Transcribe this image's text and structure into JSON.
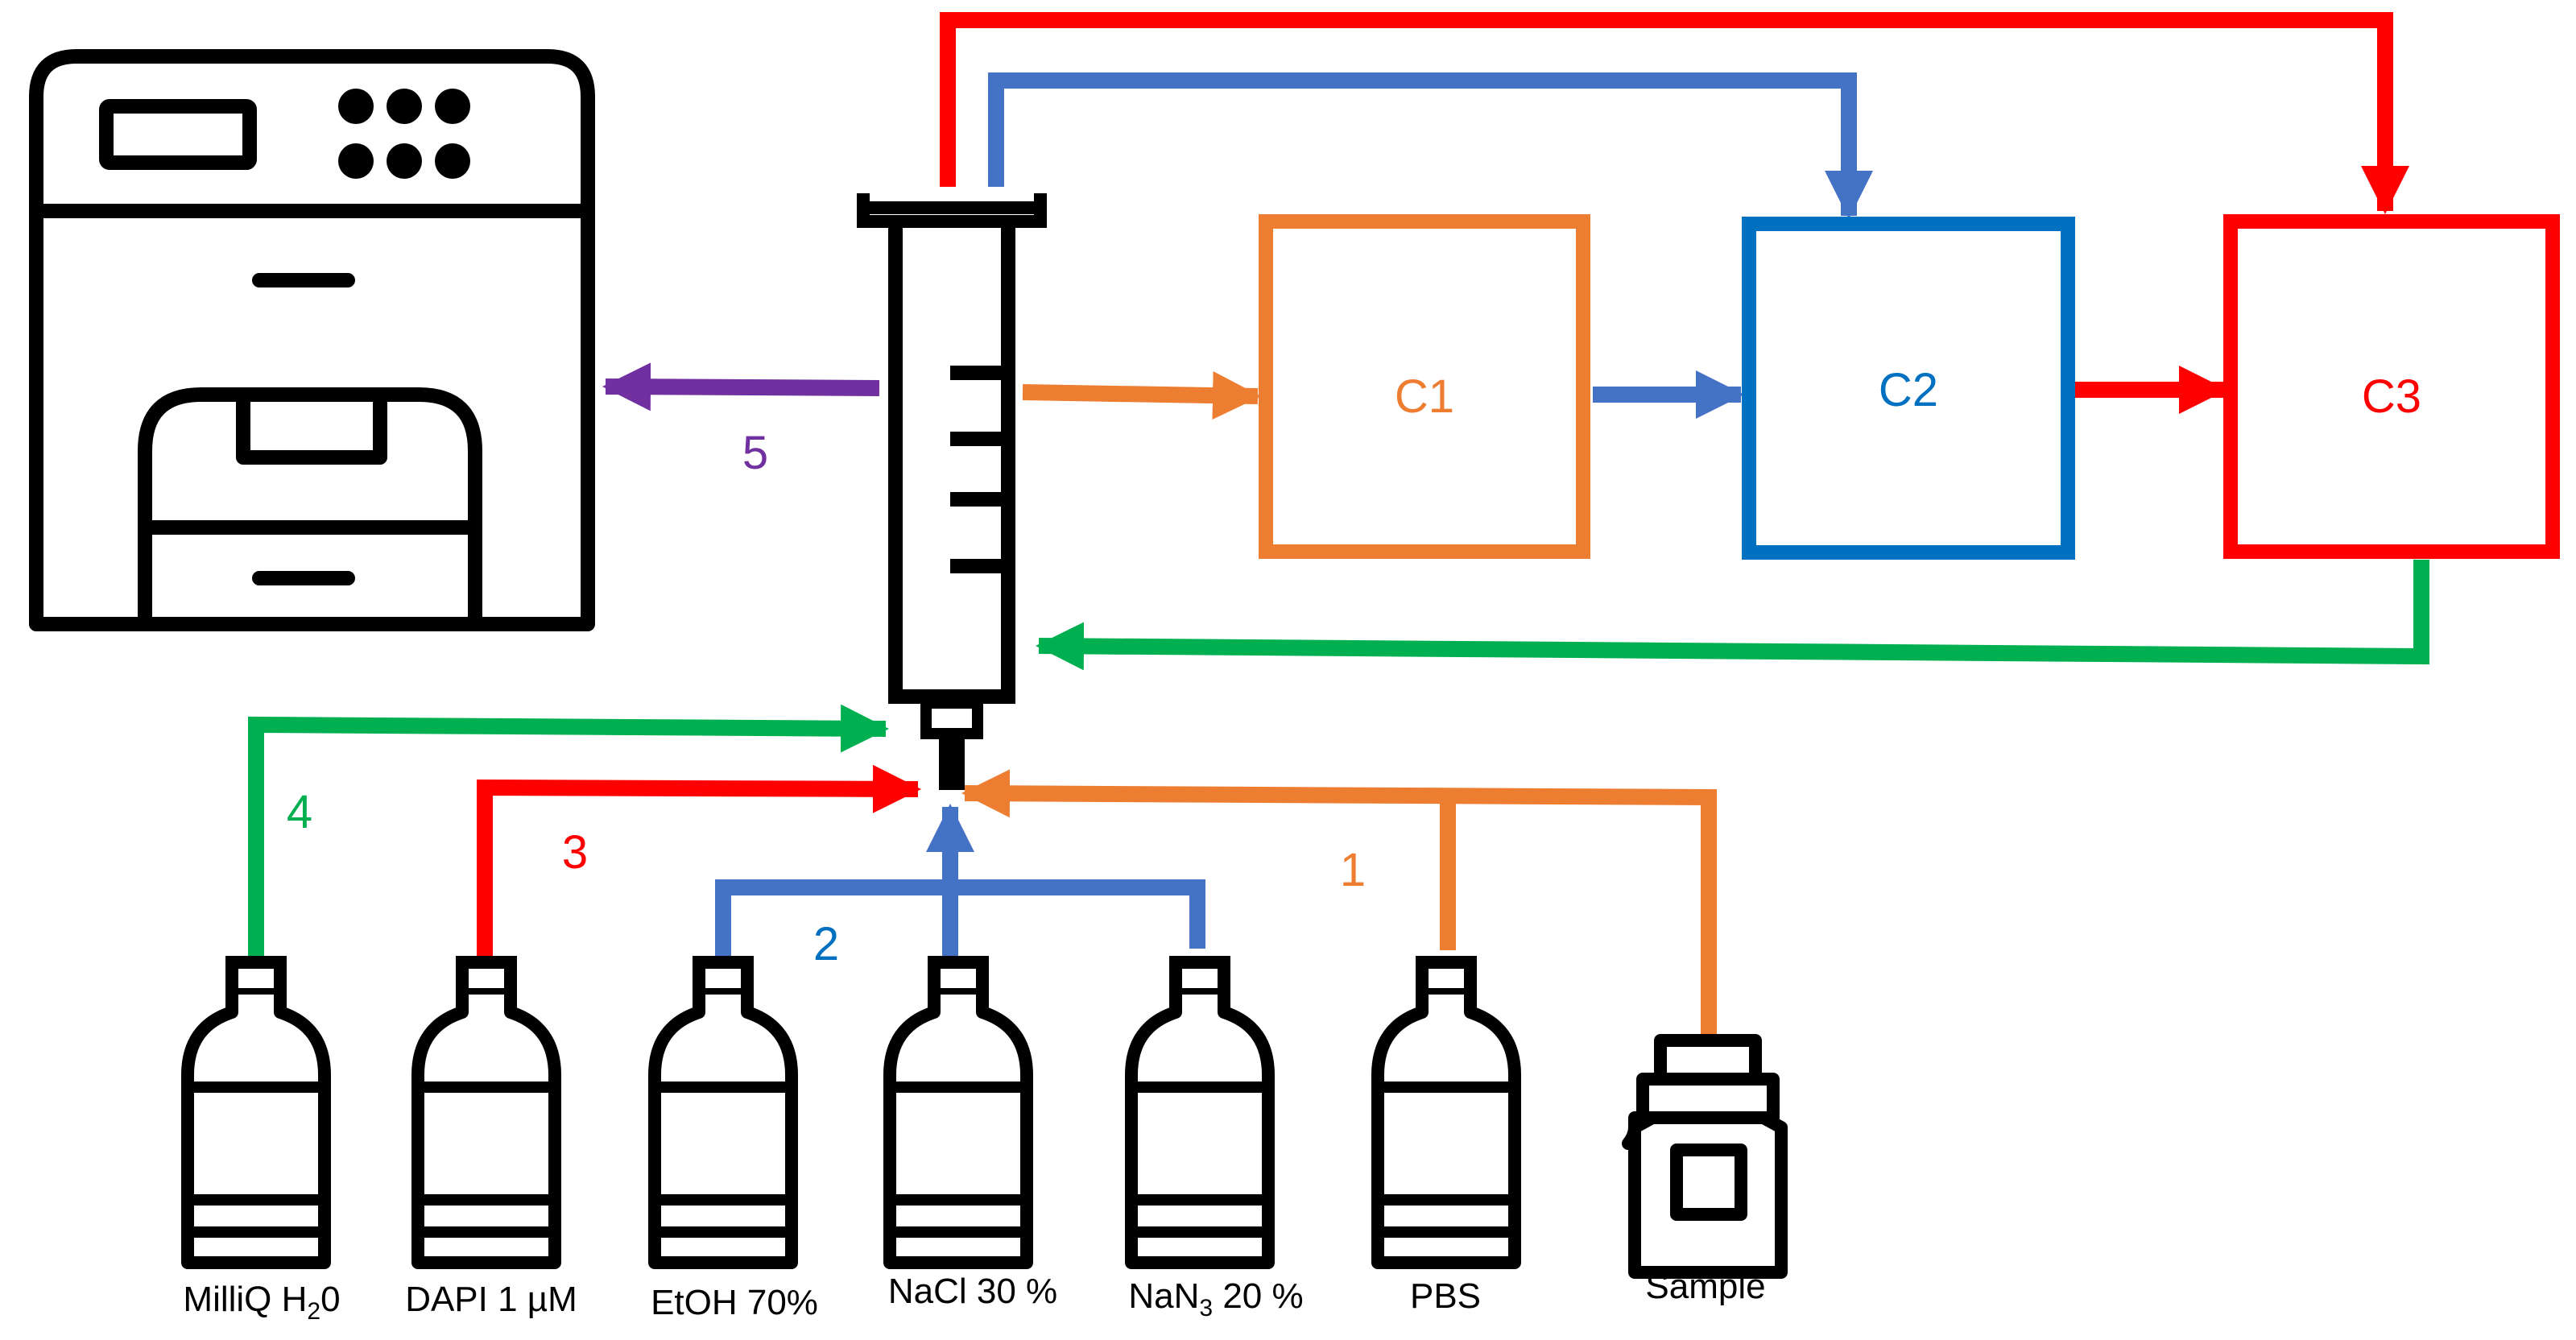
{
  "colors": {
    "red": "#ff0000",
    "blue": "#4472c4",
    "orange": "#ed7d31",
    "green": "#00b050",
    "purple": "#7030a0",
    "c2_blue": "#0070c0",
    "black": "#000000"
  },
  "chambers": {
    "c1": "C1",
    "c2": "C2",
    "c3": "C3"
  },
  "steps": {
    "step1": "1",
    "step2": "2",
    "step3": "3",
    "step4": "4",
    "step5": "5"
  },
  "reagents": {
    "milliq": "MilliQ H",
    "milliq_sub": "2",
    "milliq_tail": "0",
    "dapi": "DAPI 1 µM",
    "etoh": "EtOH 70%",
    "nacl": "NaCl 30 %",
    "nan3": "NaN",
    "nan3_sub": "3",
    "nan3_tail": " 20 %",
    "pbs": "PBS",
    "sample": "Sample"
  },
  "icons": {
    "instrument": "flow-cytometer-icon",
    "syringe": "syringe-icon",
    "bottle": "bottle-icon",
    "sample_vial": "sample-vial-icon"
  }
}
